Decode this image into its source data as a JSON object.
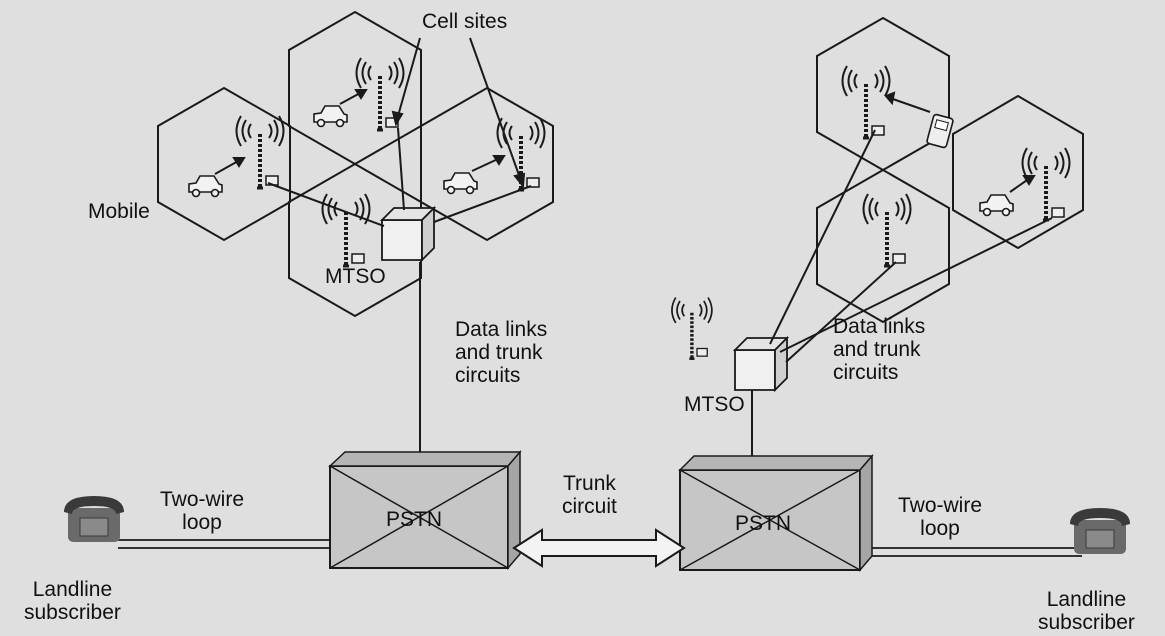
{
  "labels": {
    "cell_sites": "Cell sites",
    "mobile": "Mobile",
    "mtso_left": "MTSO",
    "mtso_right": "MTSO",
    "data_links_left": "Data links\nand trunk\ncircuits",
    "data_links_right": "Data links\nand trunk\ncircuits",
    "pstn_left": "PSTN",
    "pstn_right": "PSTN",
    "trunk_circuit": "Trunk\ncircuit",
    "two_wire_left": "Two-wire\nloop",
    "two_wire_right": "Two-wire\nloop",
    "landline_left": "Landline\nsubscriber",
    "landline_right": "Landline\nsubscriber"
  },
  "colors": {
    "ink": "#1a1a1a",
    "page": "#dfdfdf",
    "building": "#c4c4c4",
    "phone": "#555555"
  }
}
